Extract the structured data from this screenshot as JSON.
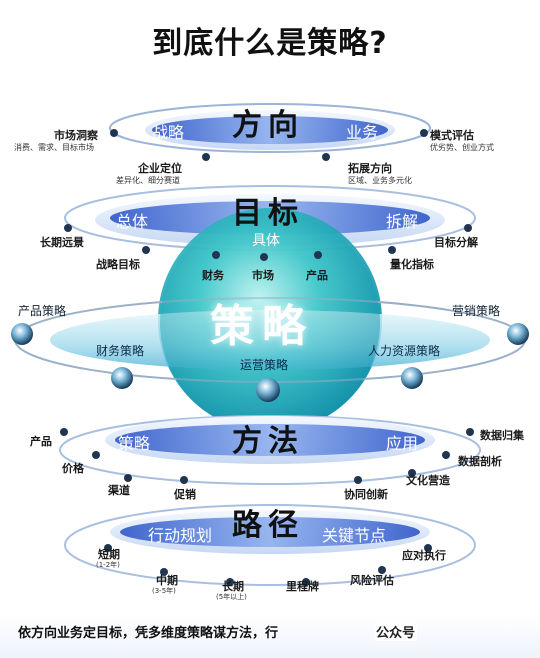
{
  "title": "到底什么是策略?",
  "tiers": {
    "direction": {
      "title": "方向",
      "left": "战略",
      "right": "业务",
      "labels": {
        "market_insight": "市场洞察",
        "market_insight_sub": "消费、需求、目标市场",
        "model_eval": "模式评估",
        "model_eval_sub": "优劣势、创业方式",
        "positioning": "企业定位",
        "positioning_sub": "差异化、细分赛道",
        "expansion": "拓展方向",
        "expansion_sub": "区域、业务多元化"
      }
    },
    "goal": {
      "title": "目标",
      "left": "总体",
      "right": "拆解",
      "center": "具体",
      "labels": {
        "long_term": "长期远景",
        "goal_breakdown": "目标分解",
        "strategic_goal": "战略目标",
        "quant_index": "量化指标",
        "finance": "财务",
        "market": "市场",
        "product": "产品"
      }
    },
    "center": {
      "title": "策略",
      "product_strategy": "产品策略",
      "marketing_strategy": "营销策略",
      "finance_strategy": "财务策略",
      "hr_strategy": "人力资源策略",
      "operation_strategy": "运营策略"
    },
    "method": {
      "title": "方法",
      "left": "策略",
      "right": "应用",
      "labels": {
        "product": "产品",
        "price": "价格",
        "channel": "渠道",
        "promotion": "促销",
        "innovation": "协同创新",
        "culture": "文化营造",
        "data_analysis": "数据剖析",
        "data_collect": "数据归集"
      }
    },
    "path": {
      "title": "路径",
      "left": "行动规划",
      "right": "关键节点",
      "labels": {
        "short": "短期",
        "short_sub": "(1-2年)",
        "mid": "中期",
        "mid_sub": "(3-5年)",
        "long": "长期",
        "long_sub": "(5年以上)",
        "milestone": "里程牌",
        "risk": "风险评估",
        "response": "应对执行"
      }
    }
  },
  "footer": {
    "caption": "依方向业务定目标，凭多维度策略谋方法，行",
    "watermark": "公众号"
  }
}
